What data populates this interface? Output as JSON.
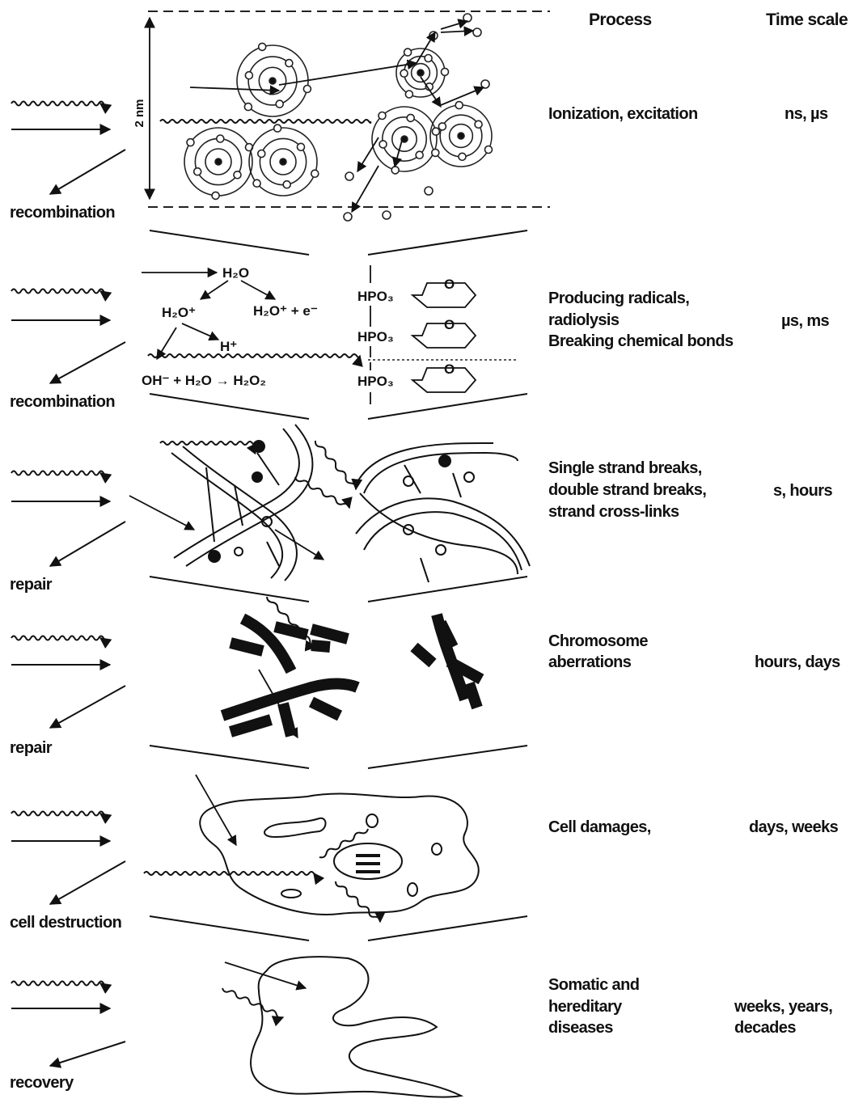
{
  "header": {
    "process": "Process",
    "time_scale": "Time scale"
  },
  "scale_label": "2 nm",
  "stages": [
    {
      "outcome": "recombination",
      "process_lines": [
        "Ionization, excitation"
      ],
      "time": "ns, µs"
    },
    {
      "outcome": "recombination",
      "process_lines": [
        "Producing radicals,",
        "radiolysis",
        "Breaking chemical bonds"
      ],
      "time": "µs, ms"
    },
    {
      "outcome": "repair",
      "process_lines": [
        "Single strand breaks,",
        "double strand breaks,",
        "strand cross-links"
      ],
      "time": "s, hours"
    },
    {
      "outcome": "repair",
      "process_lines": [
        "Chromosome",
        "aberrations"
      ],
      "time": "hours, days"
    },
    {
      "outcome": "cell destruction",
      "process_lines": [
        "Cell damages,"
      ],
      "time": "days, weeks"
    },
    {
      "outcome": "recovery",
      "process_lines": [
        "Somatic and",
        "hereditary",
        "diseases"
      ],
      "time_lines": [
        "weeks, years,",
        "decades"
      ]
    }
  ],
  "chemistry": {
    "h2o": "H₂O",
    "h2o_plus": "H₂O⁺",
    "h2o_plus_e": "H₂O⁺ + e⁻",
    "h_plus": "H⁺",
    "oh_reaction": "OH⁻ + H₂O → H₂O₂",
    "phosphate": "HPO₃",
    "ring_atom": "O"
  }
}
